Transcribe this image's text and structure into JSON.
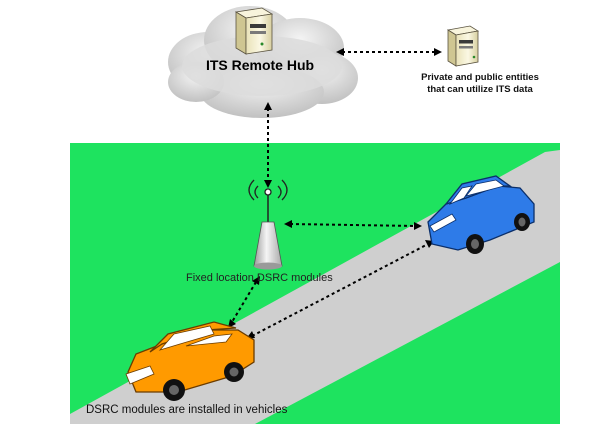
{
  "labels": {
    "hub": "ITS Remote Hub",
    "entities_line1": "Private and public entities",
    "entities_line2": "that can utilize ITS data",
    "fixed_modules": "Fixed location DSRC modules",
    "vehicle_modules": "DSRC modules are installed in vehicles"
  },
  "colors": {
    "grass": "#1ee35f",
    "road": "#cfcfcf",
    "cloud": "#d9d9d9",
    "cloud_shade": "#b5b5b5",
    "server_body": "#f3eecb",
    "blue_car": "#2e7be8",
    "orange_car": "#ff9a00",
    "dashed_link": "#000000"
  },
  "icons": {
    "cloud": "cloud-icon",
    "server": "server-icon",
    "antenna": "antenna-icon",
    "car": "car-icon"
  }
}
